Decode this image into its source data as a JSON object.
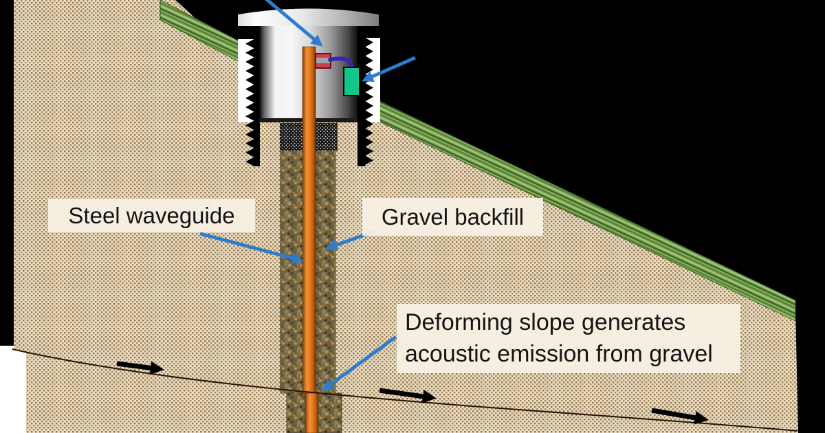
{
  "labels": {
    "steel_waveguide": "Steel waveguide",
    "gravel_backfill": "Gravel backfill",
    "deforming_slope": {
      "line1": "Deforming slope generates",
      "line2": "acoustic emission from gravel"
    }
  },
  "icons": {
    "pointer_arrow": "blue-pointer-arrow",
    "movement_arrow": "slope-movement-arrow",
    "threads": "screw-thread-collar"
  },
  "colors": {
    "background": "#000000",
    "soil_base": "#e8dcc1",
    "soil_speckle": "#a8895f",
    "gravel_base": "#6e6243",
    "grass_green": "#7ca457",
    "waveguide_orange": "#e87b1e",
    "housing_gray": "#d9d9d9",
    "sensor_red": "#cd4050",
    "module_green": "#12c78e",
    "cable_blue": "#3828ac",
    "pointer_blue": "#2d7cce",
    "label_background": "#f7f1e5",
    "label_text": "#141414",
    "slip_surface_line": "#231408",
    "movement_arrow": "#000000",
    "tension_gap_white": "#ffffff"
  }
}
